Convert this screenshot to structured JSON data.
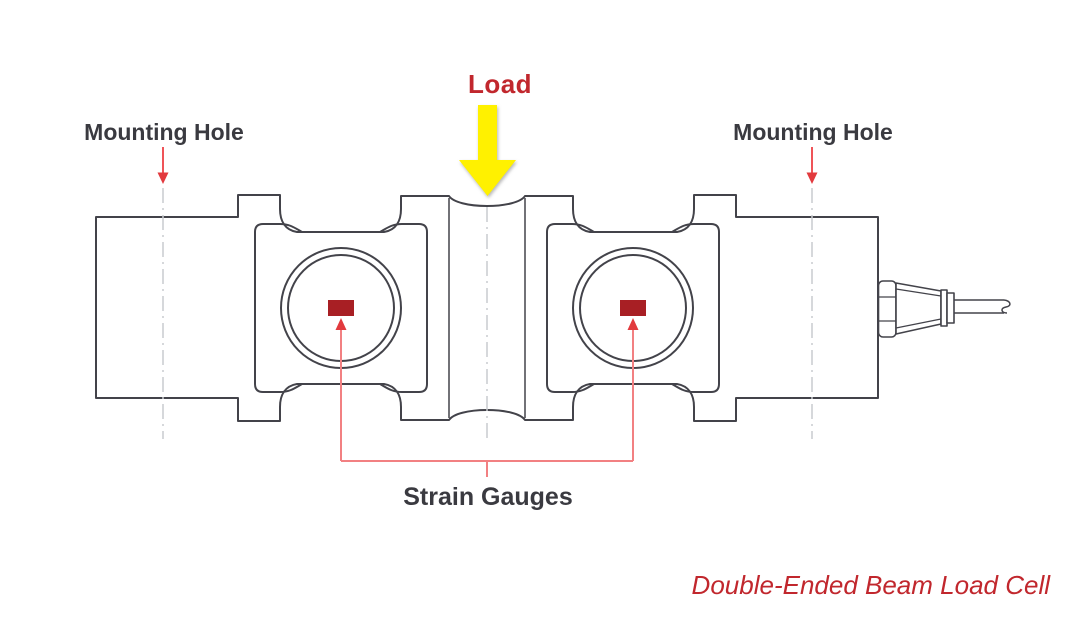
{
  "caption": "Double-Ended Beam Load Cell",
  "labels": {
    "load": "Load",
    "mounting_hole_left": "Mounting Hole",
    "mounting_hole_right": "Mounting Hole",
    "strain_gauges": "Strain Gauges"
  },
  "colors": {
    "background": "#ffffff",
    "outline": "#43434a",
    "label_text": "#3a3a40",
    "red_text": "#c1272d",
    "arrow_line_red": "#ef5458",
    "arrow_head_red": "#e23a3e",
    "leader_pink": "#f28082",
    "gauge_red": "#a81f24",
    "arrow_yellow": "#fff100",
    "centerline_gray": "#c9cccf",
    "hidden_line_gray": "#d0d3d6"
  },
  "diagram": {
    "type": "technical-illustration",
    "subject": "Side view of a double-ended beam load cell",
    "annotated_parts": [
      "Load (applied at center, yellow arrow)",
      "Mounting Hole (left, centerline)",
      "Mounting Hole (right, centerline)",
      "Strain Gauges (two, inside circular bores)",
      "Cable gland and cable (right end)"
    ]
  }
}
